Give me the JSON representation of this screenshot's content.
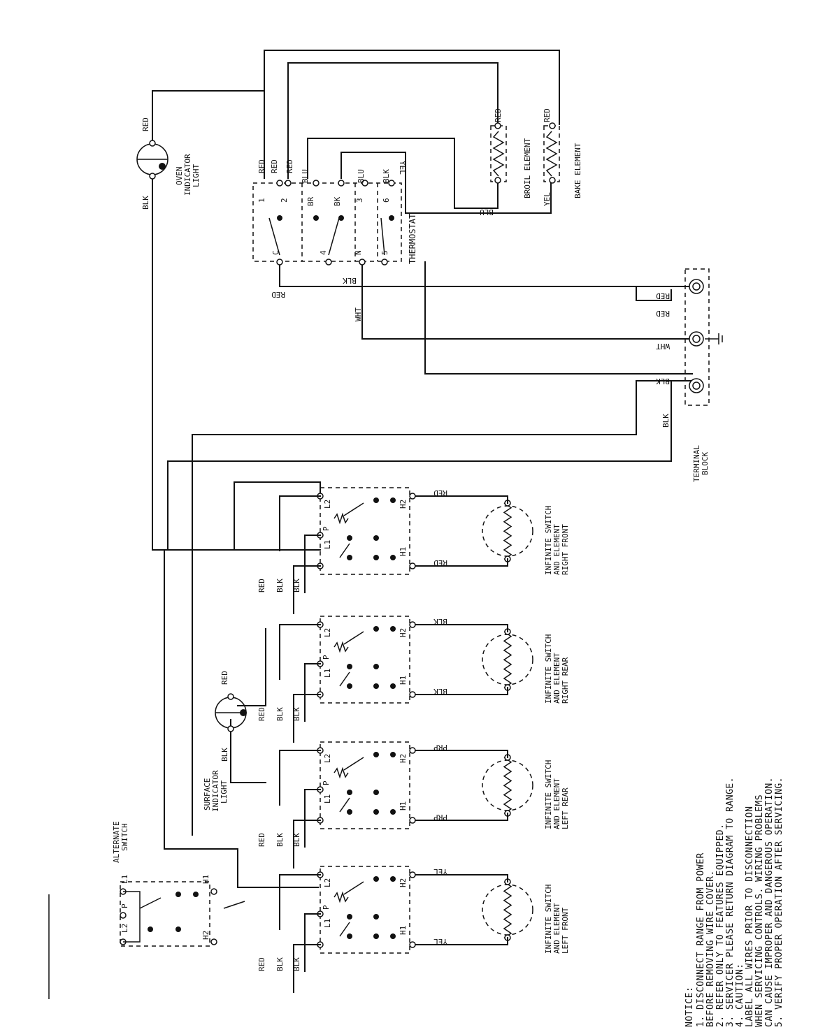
{
  "oven_indicator": {
    "label_l1": "OVEN",
    "label_l2": "INDICATOR",
    "label_l3": "LIGHT",
    "wire_a": "RED",
    "wire_b": "BLK"
  },
  "surface_indicator": {
    "label_l1": "SURFACE",
    "label_l2": "INDICATOR",
    "label_l3": "LIGHT",
    "wire_a": "RED",
    "wire_b": "BLK"
  },
  "thermostat": {
    "label": "THERMOSTAT",
    "terminals": [
      "1",
      "2",
      "BR",
      "BK",
      "3",
      "6",
      "C",
      "4",
      "N",
      "5"
    ]
  },
  "broil_element": {
    "label": "BROIL ELEMENT",
    "wire_top": "RED",
    "wire_bottom": "BLU"
  },
  "bake_element": {
    "label": "BAKE ELEMENT",
    "wire_top": "RED",
    "wire_bottom": "YEL"
  },
  "terminal_block": {
    "label_l1": "TERMINAL",
    "label_l2": "BLOCK",
    "wires": [
      "RED",
      "WHT",
      "BLK"
    ]
  },
  "alternate_switch": {
    "label_l1": "ALTERNATE",
    "label_l2": "SWITCH",
    "terms": [
      "L1",
      "P",
      "L2",
      "H1",
      "H2"
    ]
  },
  "wires": {
    "red": "RED",
    "blk": "BLK",
    "blu": "BLU",
    "yel": "YEL",
    "wht": "WHT",
    "prp": "PRP"
  },
  "switches": [
    {
      "l1": "INFINITE SWITCH",
      "l2": "AND ELEMENT",
      "l3": "RIGHT FRONT",
      "wire": "RED"
    },
    {
      "l1": "INFINITE SWITCH",
      "l2": "AND ELEMENT",
      "l3": "RIGHT REAR",
      "wire": "BLK"
    },
    {
      "l1": "INFINITE SWITCH",
      "l2": "AND ELEMENT",
      "l3": "LEFT REAR",
      "wire": "PRP"
    },
    {
      "l1": "INFINITE SWITCH",
      "l2": "AND ELEMENT",
      "l3": "LEFT FRONT",
      "wire": "YEL"
    }
  ],
  "switch_terms": [
    "L2",
    "P",
    "L1",
    "H2",
    "H1"
  ],
  "notice": {
    "title": "NOTICE:",
    "lines": [
      "1.  DISCONNECT RANGE FROM POWER",
      "    BEFORE REMOVING WIRE COVER.",
      "2.  REFER ONLY TO FEATURES EQUIPPED.",
      "3.  SERVICER PLEASE RETURN DIAGRAM TO RANGE.",
      "4.  CAUTION:",
      "    LABEL ALL WIRES PRIOR TO DISCONNECTION",
      "    WHEN SERVICING CONTROLS. WIRING PROBLEMS",
      "    CAN CAUSE IMPROPER AND DANGEROUS OPERATION.",
      "5.  VERIFY PROPER OPERATION AFTER SERVICING."
    ]
  }
}
